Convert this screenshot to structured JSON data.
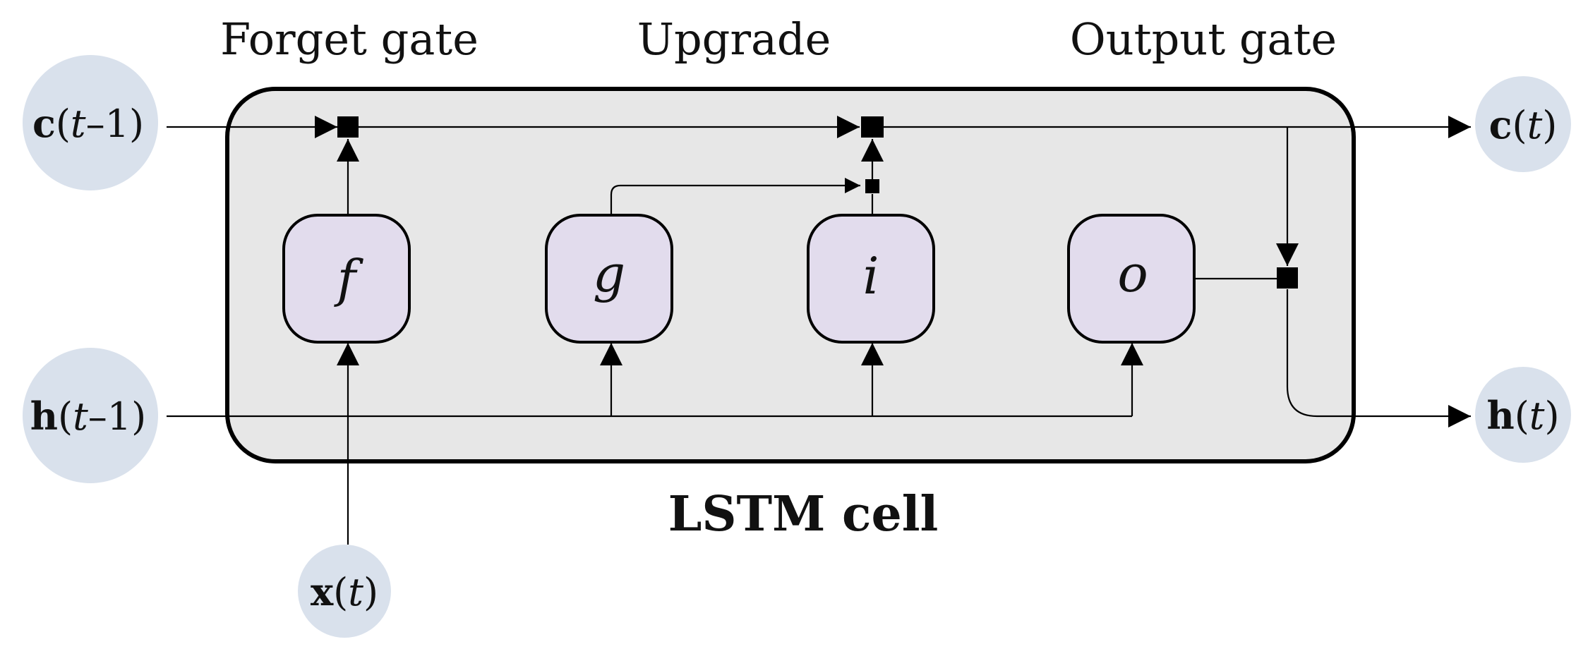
{
  "headers": {
    "forget": "Forget gate",
    "upgrade": "Upgrade",
    "output": "Output gate"
  },
  "cell": {
    "title": "LSTM cell"
  },
  "gates": {
    "f": "f",
    "g": "g",
    "i": "i",
    "o": "o"
  },
  "nodes": {
    "c_prev": {
      "symbol": "c",
      "arg": "t",
      "suffix": "–1"
    },
    "h_prev": {
      "symbol": "h",
      "arg": "t",
      "suffix": "–1"
    },
    "c_out": {
      "symbol": "c",
      "arg": "t",
      "suffix": ""
    },
    "h_out": {
      "symbol": "h",
      "arg": "t",
      "suffix": ""
    },
    "x_in": {
      "symbol": "x",
      "arg": "t",
      "suffix": ""
    }
  },
  "colors": {
    "cell_fill": "#e7e7e7",
    "gate_fill": "#e2dced",
    "node_fill": "#d9e1ec",
    "stroke": "#000000"
  }
}
